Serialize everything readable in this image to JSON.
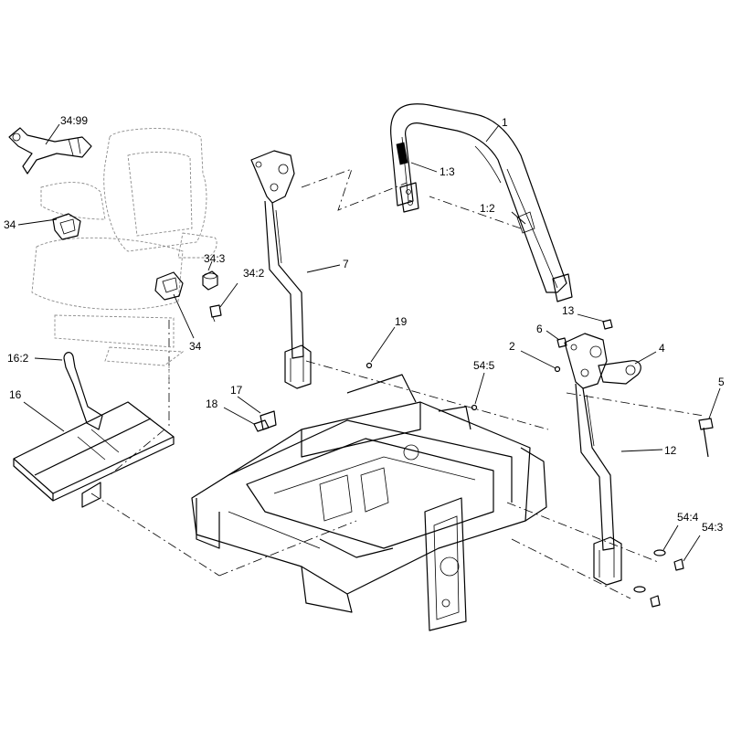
{
  "callouts": [
    {
      "id": "1",
      "label": "1"
    },
    {
      "id": "1-3",
      "label": "1:3"
    },
    {
      "id": "1-2",
      "label": "1:2"
    },
    {
      "id": "7",
      "label": "7"
    },
    {
      "id": "34-99",
      "label": "34:99"
    },
    {
      "id": "34",
      "label": "34"
    },
    {
      "id": "34-3",
      "label": "34:3"
    },
    {
      "id": "34-2",
      "label": "34:2"
    },
    {
      "id": "34b",
      "label": "34"
    },
    {
      "id": "16-2",
      "label": "16:2"
    },
    {
      "id": "16",
      "label": "16"
    },
    {
      "id": "19",
      "label": "19"
    },
    {
      "id": "17",
      "label": "17"
    },
    {
      "id": "18",
      "label": "18"
    },
    {
      "id": "54-5",
      "label": "54:5"
    },
    {
      "id": "13",
      "label": "13"
    },
    {
      "id": "6",
      "label": "6"
    },
    {
      "id": "2",
      "label": "2"
    },
    {
      "id": "4",
      "label": "4"
    },
    {
      "id": "5",
      "label": "5"
    },
    {
      "id": "12",
      "label": "12"
    },
    {
      "id": "54-4",
      "label": "54:4"
    },
    {
      "id": "54-3",
      "label": "54:3"
    }
  ]
}
